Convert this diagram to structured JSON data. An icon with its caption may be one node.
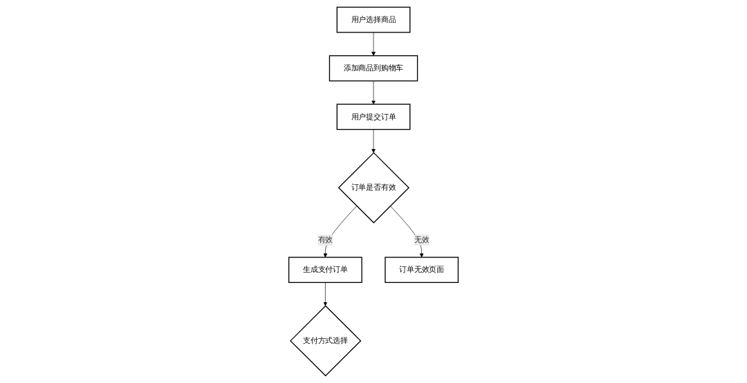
{
  "diagram": {
    "nodes": [
      {
        "text": [
          "用户选择商品"
        ]
      },
      {
        "text": [
          "添加商品到购物车"
        ]
      },
      {
        "text": [
          "用户提交订单"
        ]
      },
      {
        "text": [
          "订单是否有效"
        ]
      },
      {
        "text": [
          "生成支付订单"
        ]
      },
      {
        "text": [
          "订单无效页面"
        ]
      },
      {
        "text": [
          "支付方式选择"
        ]
      }
    ],
    "edges": [
      {
        "from": 0,
        "to": 1,
        "arrow": "to"
      },
      {
        "from": 1,
        "to": 2,
        "arrow": "to"
      },
      {
        "from": 2,
        "to": 3,
        "arrow": "to"
      },
      {
        "from": 3,
        "to": 4,
        "arrow": "to",
        "label": "有效"
      },
      {
        "from": 3,
        "to": 5,
        "arrow": "to",
        "label": "无效"
      },
      {
        "from": 4,
        "to": 6,
        "arrow": "to"
      }
    ]
  }
}
